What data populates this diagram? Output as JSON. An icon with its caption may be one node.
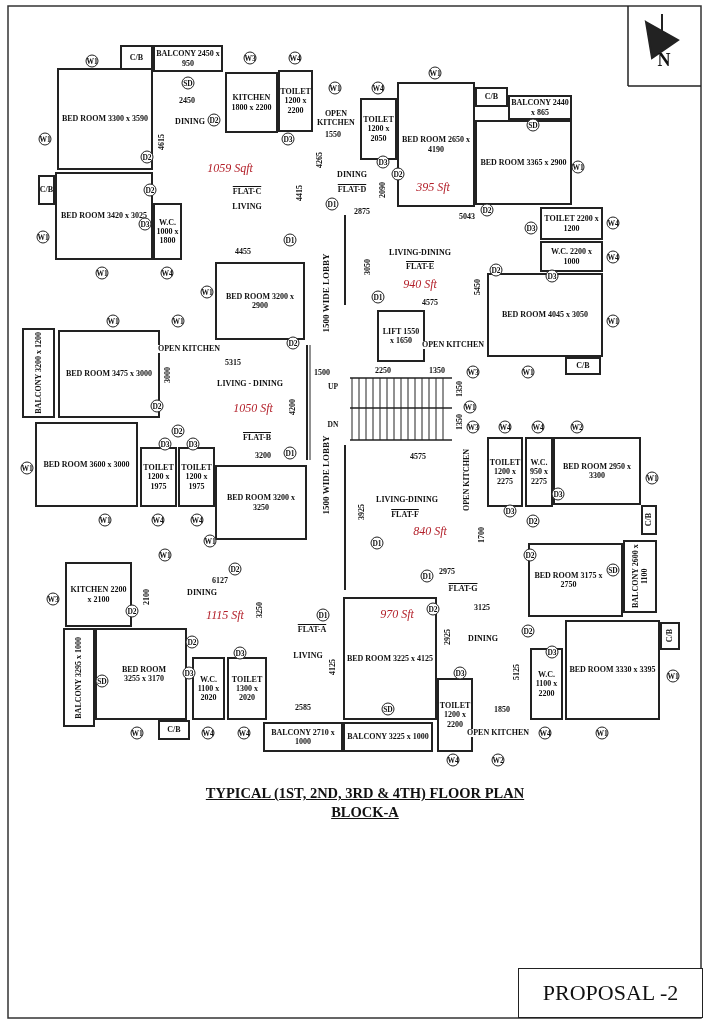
{
  "diagram": {
    "title": "TYPICAL (1ST, 2ND, 3RD & 4TH) FLOOR PLAN BLOCK-A",
    "nodes": [
      {
        "text": [
          "C/B"
        ]
      },
      {
        "text": [
          "BALCONY 2450 x 950"
        ]
      },
      {
        "text": [
          "BED ROOM 3300 x 3590"
        ]
      },
      {
        "text": [
          "KITCHEN 1800 x 2200"
        ]
      },
      {
        "text": [
          "TOILET 1200 x 2200"
        ]
      },
      {
        "text": [
          "C/B"
        ]
      },
      {
        "text": [
          "BED ROOM 3420 x 3025"
        ]
      },
      {
        "text": [
          "W.C. 1000 x 1800"
        ]
      },
      {
        "text": [
          "TOILET 1200 x 2050"
        ]
      },
      {
        "text": [
          "BED ROOM 2650 x 4190"
        ]
      },
      {
        "text": [
          "C/B"
        ]
      },
      {
        "text": [
          "BALCONY 2440 x 865"
        ]
      },
      {
        "text": [
          "BED ROOM 3365 x 2900"
        ]
      },
      {
        "text": [
          "TOILET 2200 x 1200"
        ]
      },
      {
        "text": [
          "W.C. 2200 x 1000"
        ]
      },
      {
        "text": [
          "BED ROOM 3200 x 2900"
        ]
      },
      {
        "text": [
          "LIFT 1550 x 1650"
        ]
      },
      {
        "text": [
          "BED ROOM 4045 x 3050"
        ]
      },
      {
        "text": [
          "C/B"
        ]
      },
      {
        "text": [
          "BALCONY 3200 x 1200"
        ]
      },
      {
        "text": [
          "BED ROOM 3475 x 3000"
        ]
      },
      {
        "text": [
          "BED ROOM 3600 x 3000"
        ]
      },
      {
        "text": [
          "TOILET 1200 x 1975"
        ]
      },
      {
        "text": [
          "TOILET 1200 x 1975"
        ]
      },
      {
        "text": [
          "TOILET 1200 x 2275"
        ]
      },
      {
        "text": [
          "W.C. 950 x 2275"
        ]
      },
      {
        "text": [
          "BED ROOM 2950 x 3300"
        ]
      },
      {
        "text": [
          "C/B"
        ]
      },
      {
        "text": [
          "BED ROOM 3200 x 3250"
        ]
      },
      {
        "text": [
          "BED ROOM 3175 x 2750"
        ]
      },
      {
        "text": [
          "BALCONY 2600 x 1100"
        ]
      },
      {
        "text": [
          "KITCHEN 2200 x 2100"
        ]
      },
      {
        "text": [
          "BALCONY 3295 x 1000"
        ]
      },
      {
        "text": [
          "BED ROOM 3255 x 3170"
        ]
      },
      {
        "text": [
          "W.C. 1100 x 2020"
        ]
      },
      {
        "text": [
          "TOILET 1300 x 2020"
        ]
      },
      {
        "text": [
          "C/B"
        ]
      },
      {
        "text": [
          "BED ROOM 3225 x 4125"
        ]
      },
      {
        "text": [
          "TOILET 1200 x 2200"
        ]
      },
      {
        "text": [
          "W.C. 1100 x 2200"
        ]
      },
      {
        "text": [
          "BED ROOM 3330 x 3395"
        ]
      },
      {
        "text": [
          "C/B"
        ]
      },
      {
        "text": [
          "BALCONY 2710 x 1000"
        ]
      },
      {
        "text": [
          "BALCONY 3225 x 1000"
        ]
      },
      {
        "text": [
          "PROPOSAL -2"
        ]
      }
    ],
    "labels": [
      "W1",
      "W3",
      "W4",
      "W1",
      "N",
      "SD",
      "W1",
      "W4",
      "2450",
      "DINING",
      "D2",
      "OPEN KITCHEN",
      "SD",
      "W1",
      "4615",
      "D3",
      "1550",
      "D2",
      "1059 Sqft",
      "4265",
      "DINING",
      "D3",
      "D2",
      "W1",
      "D2",
      "FLAT-C",
      "4415",
      "FLAT-D",
      "2090",
      "395 Sft",
      "LIVING",
      "D1",
      "2875",
      "5043",
      "D2",
      "D3",
      "D3",
      "W4",
      "W1",
      "D1",
      "4455",
      "LIVING-DINING",
      "W4",
      "W1",
      "W4",
      "3050",
      "FLAT-E",
      "D2",
      "D3",
      "W1",
      "1500 WIDE LOBBY",
      "D1",
      "940 Sft",
      "5450",
      "4575",
      "W1",
      "W1",
      "W1",
      "OPEN KITCHEN",
      "D2",
      "OPEN KITCHEN",
      "3000",
      "5315",
      "1500",
      "2250",
      "1350",
      "W3",
      "W1",
      "LIVING - DINING",
      "UP",
      "1350",
      "D2",
      "1050 Sft",
      "4200",
      "W1",
      "D2",
      "DN",
      "1350",
      "W3",
      "W4",
      "W4",
      "W2",
      "D3",
      "D3",
      "FLAT-B",
      "3200",
      "D1",
      "4575",
      "W1",
      "1500 WIDE LOBBY",
      "OPEN KITCHEN",
      "W1",
      "LIVING-DINING",
      "D3",
      "W1",
      "W4",
      "W4",
      "3925",
      "FLAT-F",
      "D3",
      "D2",
      "W1",
      "D1",
      "840 Sft",
      "1700",
      "W1",
      "D2",
      "D2",
      "D1",
      "2975",
      "SD",
      "6127",
      "W3",
      "2100",
      "DINING",
      "FLAT-G",
      "D2",
      "1115 Sft",
      "3250",
      "D1",
      "970 Sft",
      "D2",
      "3125",
      "D2",
      "FLAT-A",
      "2925",
      "DINING",
      "D2",
      "D3",
      "LIVING",
      "D3",
      "SD",
      "D3",
      "4125",
      "D3",
      "5125",
      "W1",
      "2585",
      "SD",
      "1850",
      "W1",
      "W4",
      "W4",
      "OPEN KITCHEN",
      "W4",
      "W1",
      "W4",
      "W2"
    ]
  }
}
